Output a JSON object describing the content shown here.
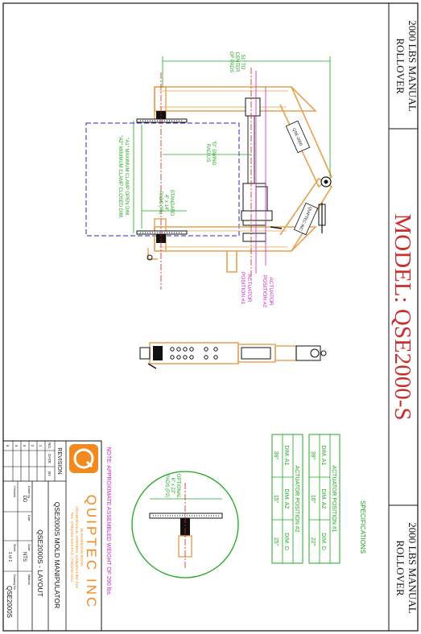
{
  "sheet": {
    "model": "MODEL: QSE2000-S",
    "side_title_line1": "2000 LBS MANUAL",
    "side_title_line2": "ROLLOVER",
    "note": "NOTE: APPROXIMATE ASSEMBLED WEIGHT OF 290 lbs."
  },
  "specifications": {
    "heading": "SPECIFICATIONS",
    "table1": {
      "title": "ACTUATOR POSITION #1",
      "headers": [
        "DIM. A1",
        "DIM. A2",
        "DIM. D"
      ],
      "values": [
        "39\"",
        "16\"",
        "22\""
      ]
    },
    "table2": {
      "title": "ACTUATOR POSITION #2",
      "headers": [
        "DIM. A1",
        "DIM. A2",
        "DIM. D"
      ],
      "values": [
        "39\"",
        "15\"",
        "25\""
      ]
    }
  },
  "annotations": {
    "center_pads": [
      "51\" TO",
      "CENTER",
      "OF PADS"
    ],
    "swing_radius": [
      "\"D\" SWING",
      "RADIUS"
    ],
    "clamp": [
      "\"A1\" MAXIMUM CLAMP OPEN DIM.",
      "\"A2\" MINIMUM CLAMP CLOSED DIM."
    ],
    "standard_pads": [
      "STANDARD",
      "4\" x 14\"",
      "PADS (P1)"
    ],
    "optional_pads": [
      "OPTIONAL",
      "6\" x 22\"",
      "PADS (P2)"
    ],
    "actuator_1": [
      "ACTUATOR",
      "POSITION #1"
    ],
    "actuator_2": [
      "ACTUATOR",
      "POSITION #2"
    ],
    "arm_label_1": "QSE-2000",
    "arm_label_2": "QUIPTEC INC"
  },
  "title_block": {
    "company": "QUIPTEC INC",
    "address": [
      "38 PATERSON ROAD",
      "ORANGEVILLE, ONTARIO, CANADA L9W 3Y6",
      "TEL: (705)234-1010   FAX: (705)234-1011"
    ],
    "revision_label": "REVISION",
    "rev_headers": [
      "NO.",
      "DATE",
      "BY"
    ],
    "rev_rows": [
      "1",
      "2",
      "3",
      "4",
      "5"
    ],
    "product_line": "QSE2000S MOLD MANIPULATOR",
    "drawing_title": "QSE2000S - LAYOUT",
    "drawn_by_label": "Drawn by",
    "drawn_by": "DD",
    "date_label": "Date",
    "scale_label": "Scale",
    "scale": "NTS",
    "checked_label": "Checked",
    "sheet_label": "Sheet",
    "sheet": "1 of 1",
    "drawing_no_label": "Drawing No.",
    "drawing_no": "QSE2000S",
    "material_label": "Material"
  },
  "colors": {
    "frame": "#E8A050",
    "dimension": "#1CA81C",
    "actuator": "#CC22CC",
    "guide": "#2828B8",
    "red": "#D81818",
    "ink": "#111111"
  }
}
